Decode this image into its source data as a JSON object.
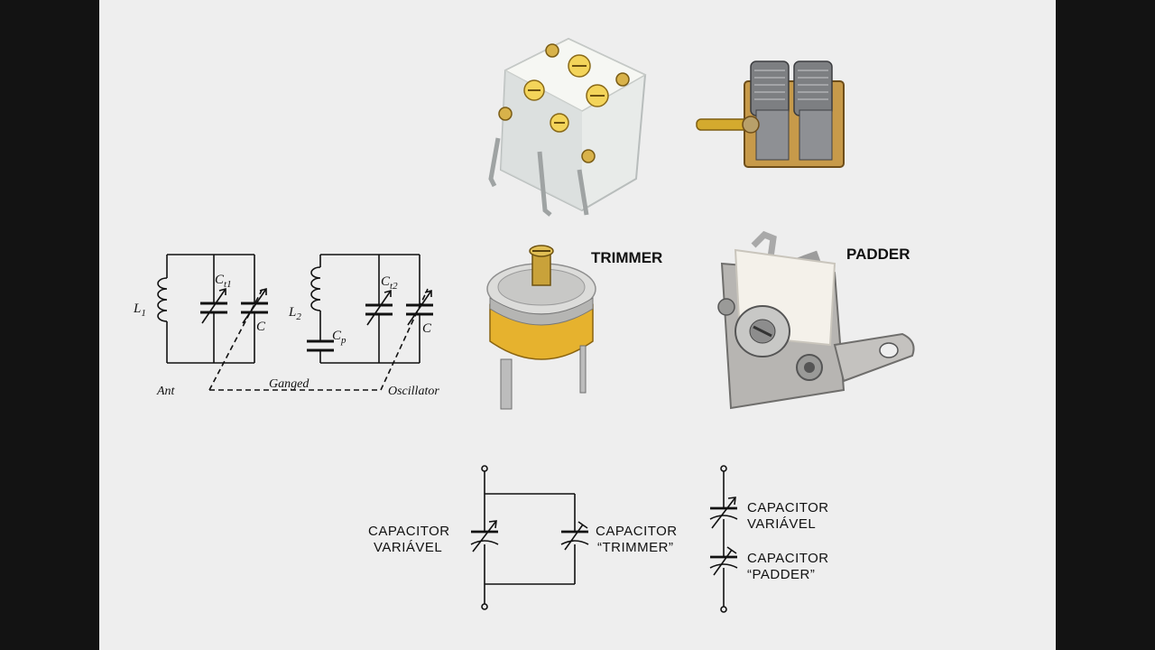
{
  "photos": {
    "trimmer_label": "TRIMMER",
    "padder_label": "PADDER"
  },
  "circuit": {
    "l1_letter": "L",
    "l1_sub": "1",
    "l2_letter": "L",
    "l2_sub": "2",
    "ct1_letter": "C",
    "ct1_sub": "t1",
    "ct2_letter": "C",
    "ct2_sub": "t2",
    "c_left": "C",
    "c_right": "C",
    "cp_letter": "C",
    "cp_sub": "p",
    "ant": "Ant",
    "ganged": "Ganged",
    "oscillator": "Oscillator"
  },
  "schematic": {
    "variable_line1": "CAPACITOR",
    "variable_line2": "VARIÁVEL",
    "trimmer_line1": "CAPACITOR",
    "trimmer_line2": "“TRIMMER”",
    "right_variable_line1": "CAPACITOR",
    "right_variable_line2": "VARIÁVEL",
    "padder_line1": "CAPACITOR",
    "padder_line2": "“PADDER”"
  },
  "colors": {
    "slide_bg": "#eeeeee",
    "side_bars": "#131313",
    "ink": "#111111",
    "brass": "#c9a23a",
    "yellow_body": "#e6b22e",
    "silver": "#bdbdbd",
    "ceramic": "#f4f1ea"
  }
}
